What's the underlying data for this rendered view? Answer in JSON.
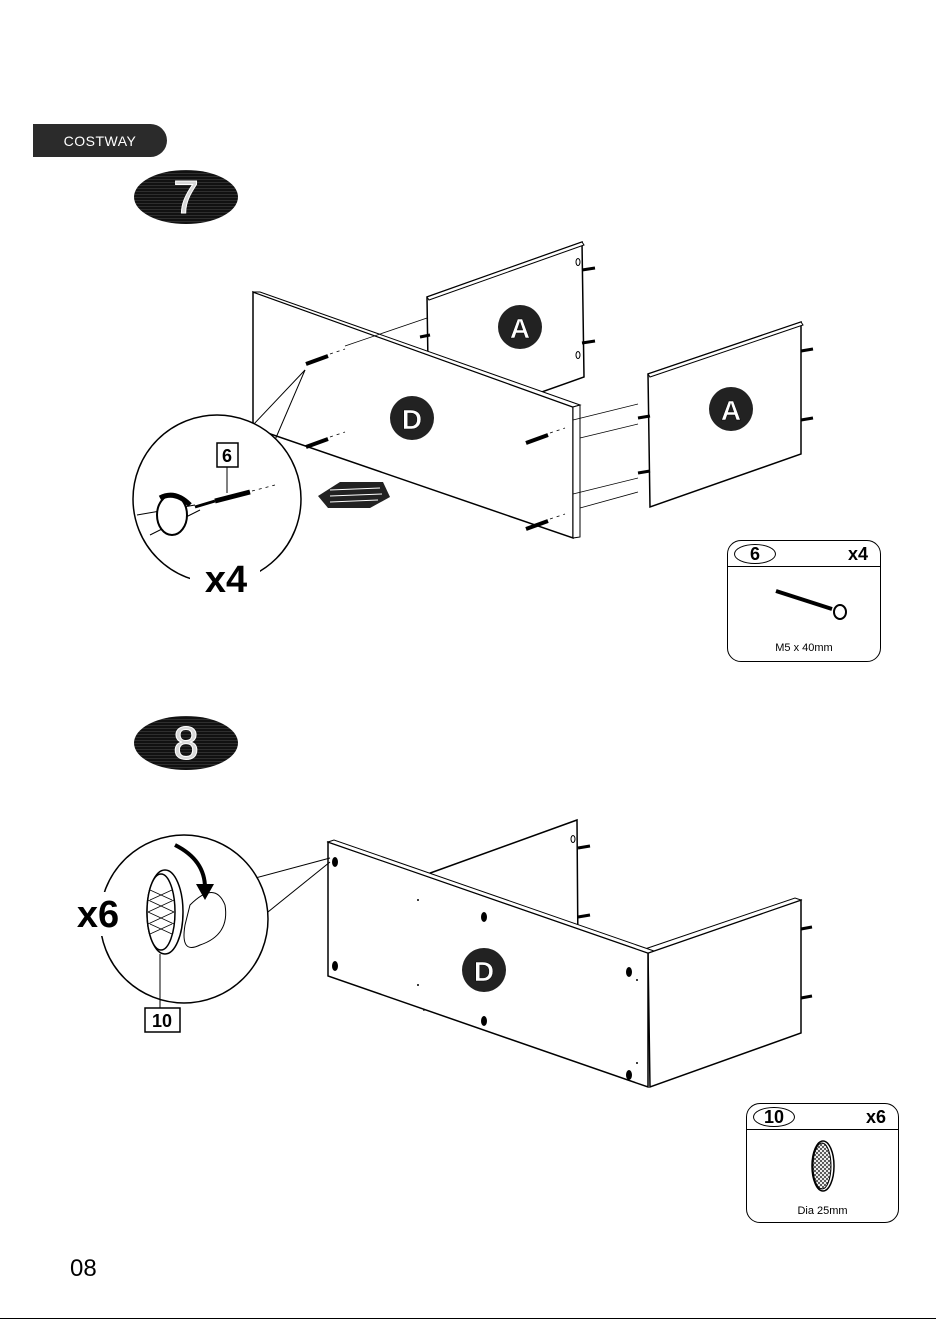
{
  "brand": "COSTWAY",
  "page_number": "08",
  "step7": {
    "number": "7",
    "panel_front": "D",
    "panel_left": "A",
    "panel_right": "A",
    "callout_part": "6",
    "callout_qty": "x4",
    "parts_box": {
      "part": "6",
      "qty": "x4",
      "spec": "M5 x 40mm"
    }
  },
  "step8": {
    "number": "8",
    "panel_front": "D",
    "callout_part": "10",
    "callout_qty": "x6",
    "parts_box": {
      "part": "10",
      "qty": "x6",
      "spec": "Dia 25mm"
    }
  },
  "icons": [
    "screwdriver-icon",
    "screw-icon",
    "felt-pad-icon",
    "push-arrow-icon",
    "curved-arrow-icon"
  ]
}
